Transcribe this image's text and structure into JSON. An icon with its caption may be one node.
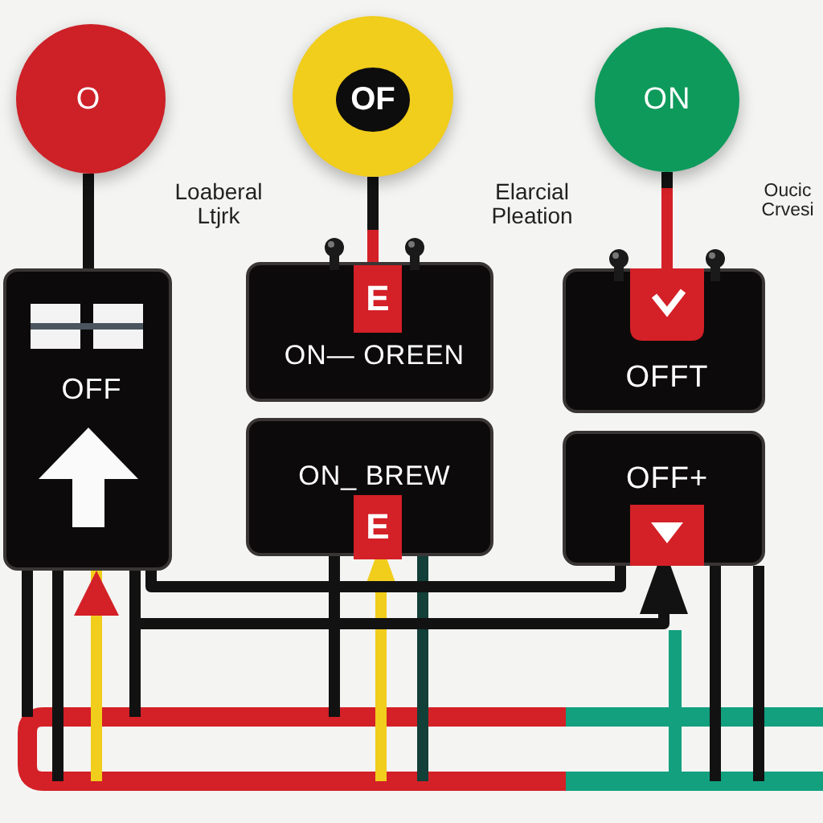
{
  "diagram": {
    "nodes": [
      {
        "text": [
          "O"
        ]
      },
      {
        "text": [
          "OF"
        ]
      },
      {
        "text": [
          "ON"
        ]
      },
      {
        "text": [
          "OFF"
        ]
      },
      {
        "text": [
          "E",
          "ON— OREEN"
        ]
      },
      {
        "text": [
          "ON_ BREW",
          "E"
        ]
      },
      {
        "text": [
          "OFFT"
        ]
      },
      {
        "text": [
          "OFF+"
        ]
      }
    ],
    "edges": [
      {
        "from": 0,
        "to": 3,
        "arrow": "none"
      },
      {
        "from": 1,
        "to": 4,
        "arrow": "none",
        "color": "#d42027"
      },
      {
        "from": 2,
        "to": 6,
        "arrow": "none",
        "color": "#d42027"
      },
      {
        "from": null,
        "to": 3,
        "arrow": "to",
        "color": "#f1cd1c"
      },
      {
        "from": null,
        "to": 5,
        "arrow": "to",
        "color": "#f1cd1c"
      },
      {
        "from": 3,
        "to": 7,
        "arrow": "none"
      },
      {
        "from": 3,
        "to": 7,
        "arrow": "to"
      }
    ],
    "labels": [
      "Loaberal Ltjrk",
      "Elarcial Pleation",
      "Oucic Crvesi"
    ]
  }
}
